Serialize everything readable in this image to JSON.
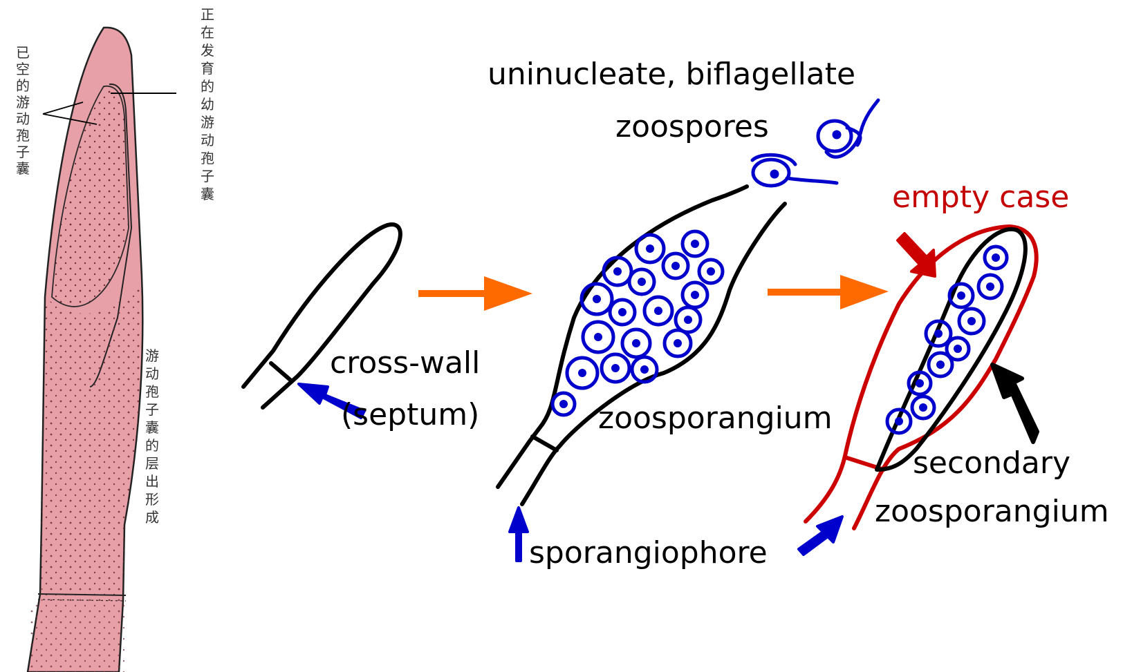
{
  "cn_labels": {
    "empty_sporangia": "已空的游动孢子囊",
    "developing_sporangium": "正在发育的幼游动孢子囊",
    "proliferation": "游动孢子囊的层出形成"
  },
  "labels": {
    "zoospores_line1": "uninucleate, biflagellate",
    "zoospores_line2": "zoospores",
    "empty_case": "empty case",
    "cross_wall": "cross-wall",
    "septum": "(septum)",
    "zoosporangium": "zoosporangium",
    "secondary_line1": "secondary",
    "secondary_line2": "zoosporangium",
    "sporangiophore": "sporangiophore"
  },
  "colors": {
    "tissue": "#e8a0a8",
    "tissue_dark": "#d98a94",
    "outline": "#000000",
    "zoospore_blue": "#0000cc",
    "pointer_blue": "#0000cc",
    "flow_arrow": "#ff6a00",
    "empty_case_red": "#cc0000"
  },
  "icons": {
    "flow_arrow": "orange-arrow-icon",
    "pointer_arrow": "blue-pointer-arrow-icon"
  }
}
